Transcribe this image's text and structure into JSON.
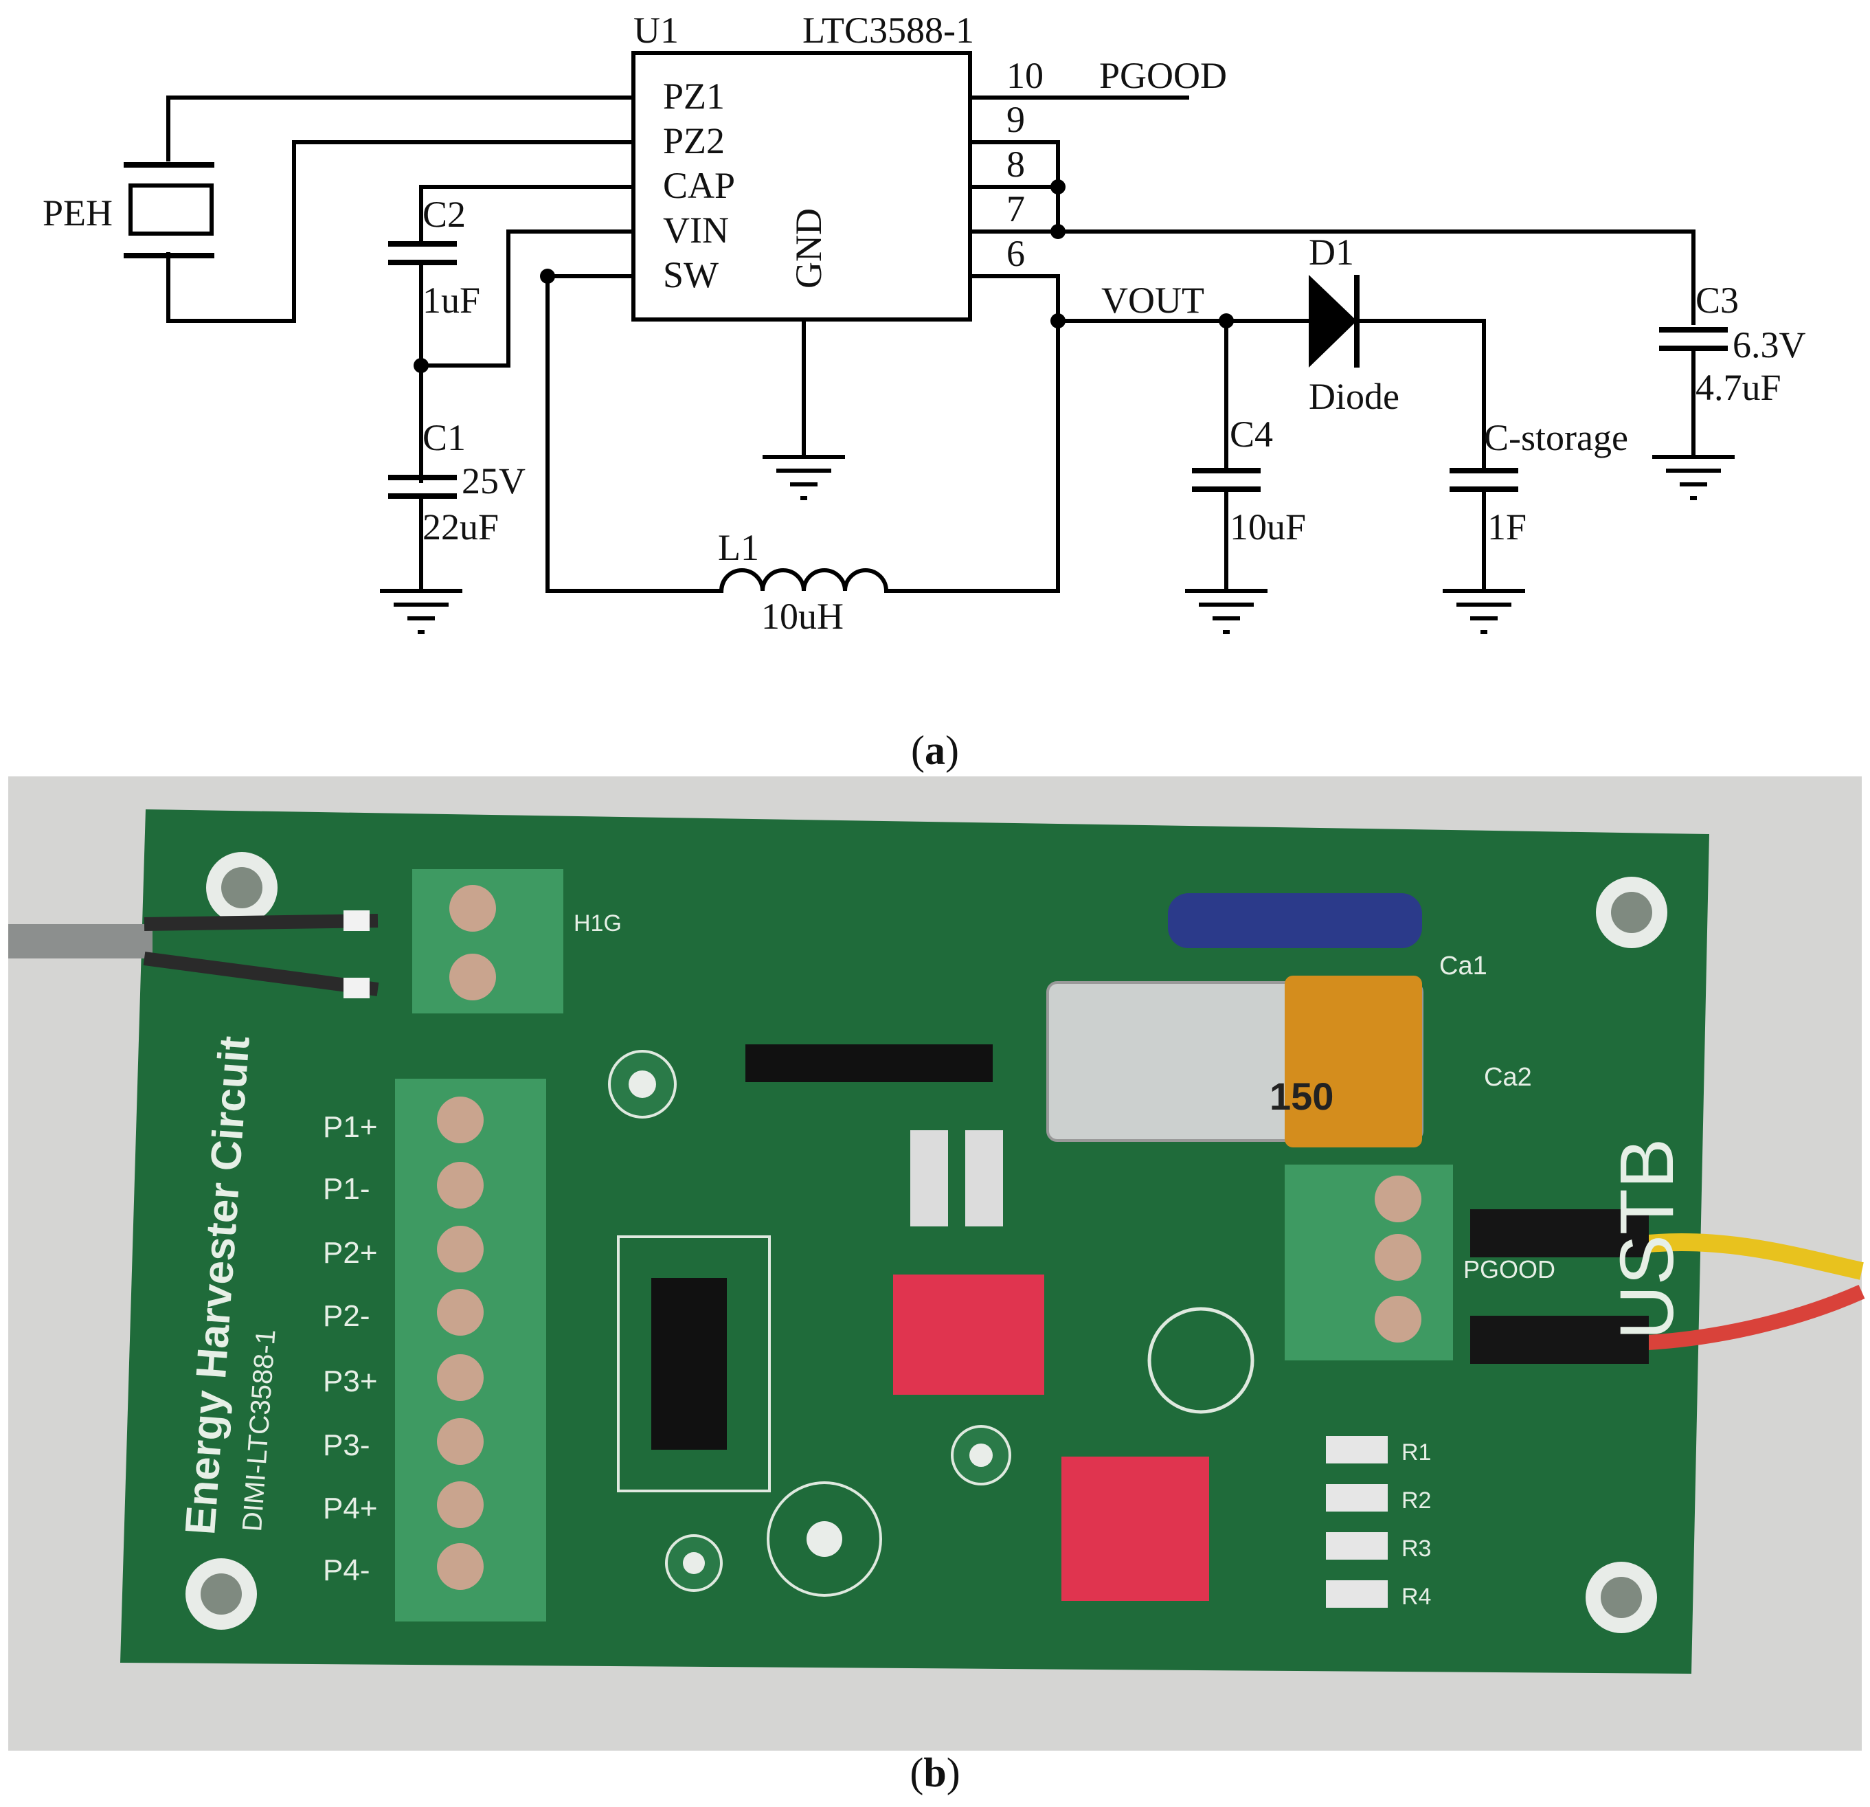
{
  "schematic": {
    "ic": {
      "ref": "U1",
      "part": "LTC3588-1",
      "gnd_label": "GND",
      "left_pins": [
        "PZ1",
        "PZ2",
        "CAP",
        "VIN",
        "SW"
      ],
      "right_pin_numbers": [
        "10",
        "9",
        "8",
        "7",
        "6"
      ]
    },
    "net_labels": {
      "pgood": "PGOOD",
      "vout": "VOUT"
    },
    "peh": {
      "ref": "PEH"
    },
    "c2": {
      "ref": "C2",
      "value": "1uF"
    },
    "c1": {
      "ref": "C1",
      "voltage": "25V",
      "value": "22uF"
    },
    "c3": {
      "ref": "C3",
      "voltage": "6.3V",
      "value": "4.7uF"
    },
    "c4": {
      "ref": "C4",
      "value": "10uF"
    },
    "d1": {
      "ref": "D1",
      "value": "Diode"
    },
    "cstorage": {
      "ref": "C-storage",
      "value": "1F"
    },
    "l1": {
      "ref": "L1",
      "value": "10uH"
    }
  },
  "captions": {
    "a_open": "(",
    "a_letter": "a",
    "a_close": ")",
    "b_open": "(",
    "b_letter": "b",
    "b_close": ")"
  },
  "board": {
    "title": "Energy Harvester Circuit",
    "subtitle": "DIMI-LTC3588-1",
    "logo": "USTB",
    "terminal_labels": [
      "P1+",
      "P1-",
      "P2+",
      "P2-",
      "P3+",
      "P3-",
      "P4+",
      "P4-"
    ],
    "header_label": "H1G",
    "pgood_label": "PGOOD",
    "capacitor_markings": [
      "Ca1",
      "Ca2"
    ],
    "battery_marking": "150",
    "led_labels": [
      "R1",
      "R2",
      "R3",
      "R4"
    ],
    "colors": {
      "pcb": "#1f6b3a",
      "terminal": "#3e9a62",
      "dip": "#e0344f",
      "wire_yellow": "#e8c21e",
      "wire_red": "#d9423a"
    }
  }
}
